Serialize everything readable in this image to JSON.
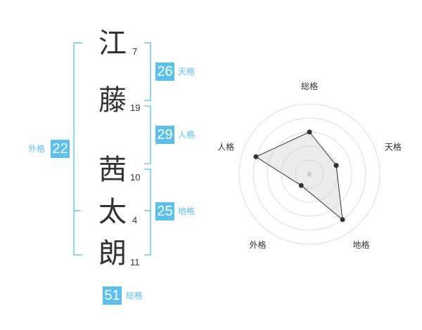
{
  "name": {
    "chars": [
      {
        "char": "江",
        "strokes": "7"
      },
      {
        "char": "藤",
        "strokes": "19"
      },
      {
        "char": "茜",
        "strokes": "10"
      },
      {
        "char": "太",
        "strokes": "4"
      },
      {
        "char": "朗",
        "strokes": "11"
      }
    ]
  },
  "fortune": {
    "tenkaku": {
      "value": "26",
      "label": "天格"
    },
    "jinkaku": {
      "value": "29",
      "label": "人格"
    },
    "chikaku": {
      "value": "25",
      "label": "地格"
    },
    "gaikaku": {
      "value": "22",
      "label": "外格"
    },
    "soukaku": {
      "value": "51",
      "label": "総格"
    }
  },
  "chart_data": {
    "type": "radar",
    "axes": [
      "総格",
      "天格",
      "地格",
      "外格",
      "人格"
    ],
    "values": [
      3,
      2,
      4,
      1,
      4
    ],
    "max": 5
  }
}
